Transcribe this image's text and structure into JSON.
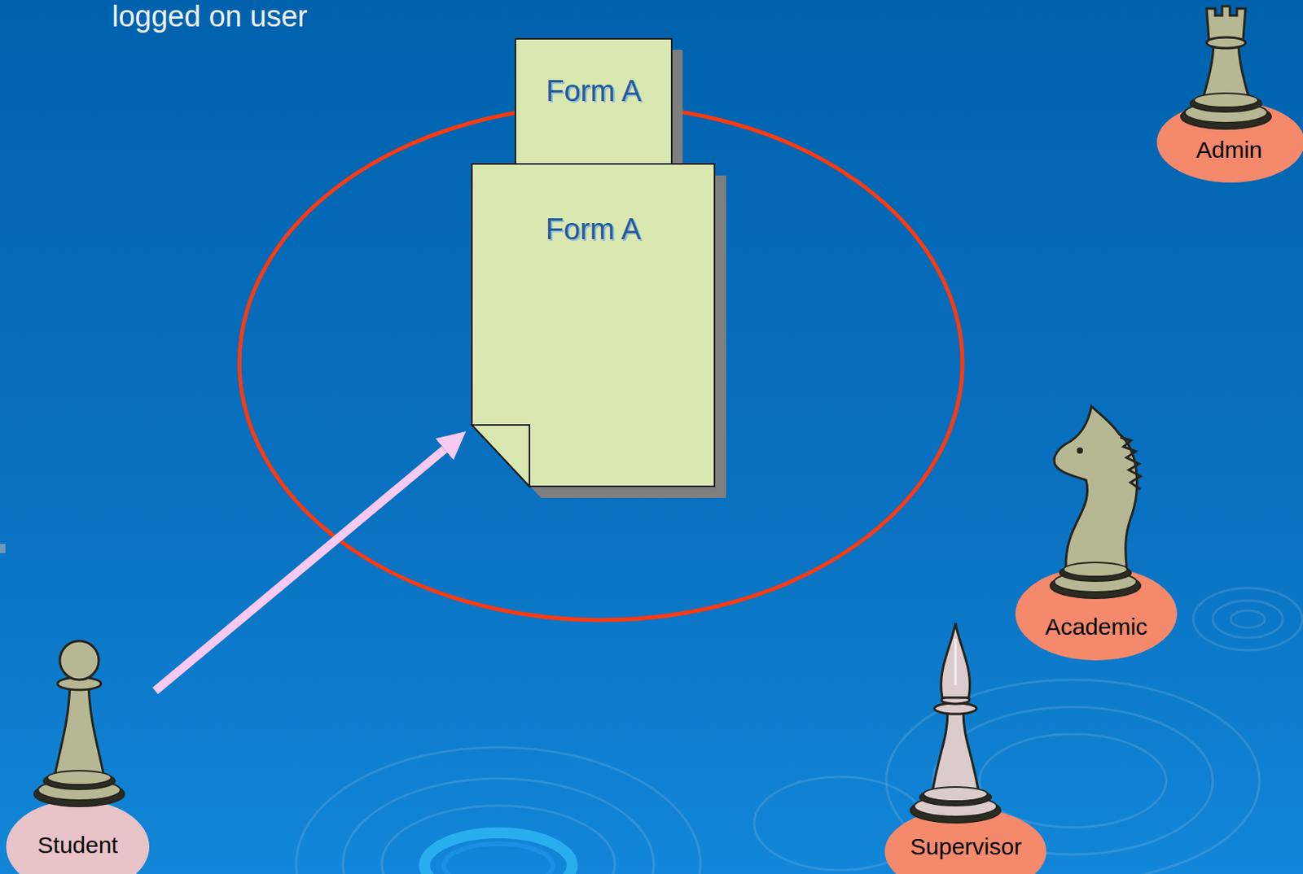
{
  "diagram": {
    "nodes": [
      {
        "text": [
          "Form A"
        ]
      },
      {
        "text": [
          "Form A"
        ]
      },
      {
        "text": [
          "Admin"
        ]
      },
      {
        "text": [
          "Academic"
        ]
      },
      {
        "text": [
          "Supervisor"
        ]
      },
      {
        "text": [
          "Student"
        ]
      }
    ],
    "edges": [
      {
        "from": 5,
        "to": 1,
        "arrow": "to"
      }
    ],
    "labels": [
      "logged on user"
    ]
  }
}
